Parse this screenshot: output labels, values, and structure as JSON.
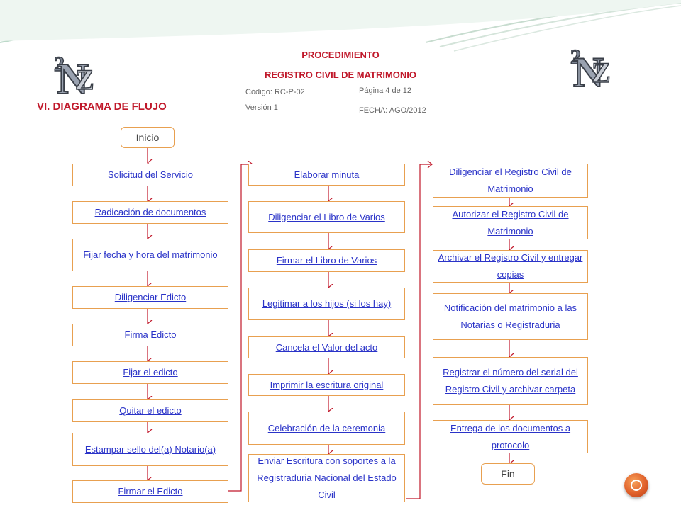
{
  "header": {
    "procedure": "PROCEDIMIENTO",
    "title": "REGISTRO CIVIL DE MATRIMONIO",
    "code": "Código: RC-P-02",
    "version": "Versión 1",
    "page": "Página  4 de 12",
    "date": "FECHA: AGO/2012"
  },
  "section_title": "VI. DIAGRAMA DE FLUJO",
  "logo_text": "2NZ",
  "colors": {
    "accent": "#c0182a",
    "border": "#e8a050",
    "link": "#2a33c8",
    "arrow": "#c0182a"
  },
  "start": "Inicio",
  "end": "Fin",
  "column1": [
    "Solicitud del Servicio",
    "Radicación de documentos",
    "Fijar fecha y hora del matrimonio",
    "Diligenciar Edicto",
    "Firma Edicto",
    "Fijar el edicto",
    "Quitar el edicto",
    "Estampar sello del(a) Notario(a)",
    "Firmar el Edicto"
  ],
  "column2": [
    "Elaborar minuta",
    "Diligenciar el Libro de Varios",
    "Firmar el Libro de Varios",
    "Legitimar a los hijos (si los hay)",
    "Cancela el Valor del acto",
    "Imprimir la escritura original",
    "Celebración de la ceremonia",
    "Enviar Escritura con soportes a la Registraduria Nacional del Estado Civil"
  ],
  "column3": [
    "Diligenciar el Registro Civil de Matrimonio",
    "Autorizar el Registro Civil de Matrimonio",
    "Archivar el Registro Civil  y entregar copias",
    "Notificación del matrimonio a las Notarias o Registraduria",
    "Registrar el número del serial del Registro Civil y archivar carpeta",
    "Entrega de los documentos a protocolo"
  ]
}
